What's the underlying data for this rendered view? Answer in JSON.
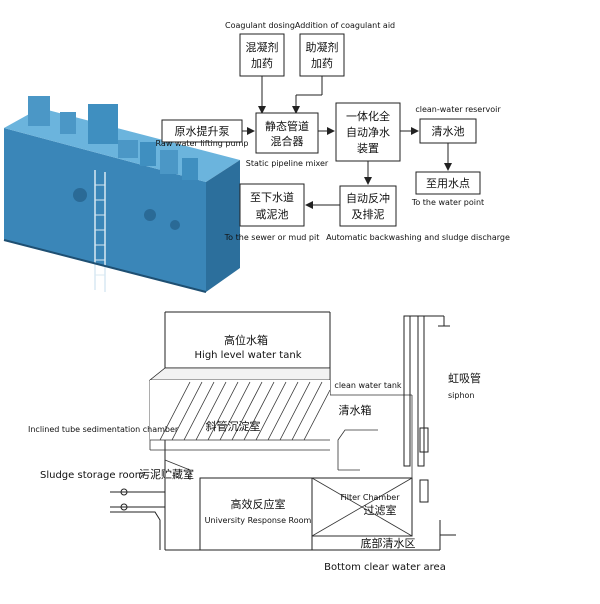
{
  "flow": {
    "coagulant_dosing_label": "Coagulant dosing",
    "coagulant_aid_label": "Addition of coagulant aid",
    "coagulant_box": [
      "混凝剂",
      "加药"
    ],
    "coagulant_aid_box": [
      "助凝剂",
      "加药"
    ],
    "raw_pump_box": "原水提升泵",
    "raw_pump_label": "Raw water lifting pump",
    "mixer_box": [
      "静态管道",
      "混合器"
    ],
    "mixer_label": "Static pipeline mixer",
    "purifier_box": [
      "一体化全",
      "自动净水",
      "装置"
    ],
    "reservoir_label": "clean-water reservoir",
    "reservoir_box": "清水池",
    "water_point_box": "至用水点",
    "water_point_label": "To the water point",
    "backwash_box": [
      "自动反冲",
      "及排泥"
    ],
    "backwash_label": "Automatic backwashing and sludge discharge",
    "sewer_box": [
      "至下水道",
      "或泥池"
    ],
    "sewer_label": "To the sewer or mud pit"
  },
  "section": {
    "high_tank_zh": "高位水箱",
    "high_tank_en": "High level water tank",
    "clean_tank_en": "clean water tank",
    "clean_tank_zh": "清水箱",
    "siphon_zh": "虹吸管",
    "siphon_en": "siphon",
    "inclined_en": "Inclined tube sedimentation chamber",
    "inclined_zh": "斜管沉淀室",
    "sludge_en": "Sludge storage room",
    "sludge_zh": "污泥贮藏室",
    "reaction_zh": "高效反应室",
    "reaction_en": "University Response Room",
    "filter_en": "Filter Chamber",
    "filter_zh": "过滤室",
    "bottom_zh": "底部清水区",
    "bottom_en": "Bottom clear water area"
  },
  "colors": {
    "equipment_blue": "#3f8fc0",
    "equipment_shadow": "#2c6f9c",
    "line": "#222222"
  }
}
